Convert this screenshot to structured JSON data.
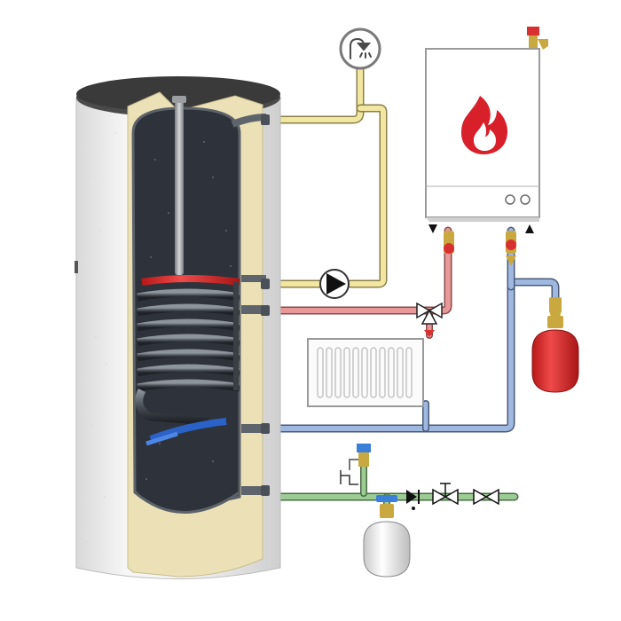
{
  "diagram": {
    "components": [
      {
        "id": "storage-tank",
        "icon": "insulated-cylinder"
      },
      {
        "id": "heat-exchanger-coil",
        "icon": "coil"
      },
      {
        "id": "shower-outlet",
        "icon": "shower-icon"
      },
      {
        "id": "circulation-pump",
        "icon": "pump-icon"
      },
      {
        "id": "boiler",
        "icon": "flame-icon"
      },
      {
        "id": "radiator",
        "icon": "radiator-icon"
      },
      {
        "id": "heating-expansion-vessel",
        "icon": "expansion-vessel"
      },
      {
        "id": "water-expansion-vessel",
        "icon": "expansion-vessel"
      },
      {
        "id": "safety-valve",
        "icon": "safety-valve"
      },
      {
        "id": "three-way-valve",
        "icon": "three-way-valve"
      },
      {
        "id": "check-valve",
        "icon": "check-valve"
      },
      {
        "id": "shutoff-valve",
        "icon": "shutoff-valve"
      }
    ],
    "colors": {
      "hot_water_pipe": "#f2e6a0",
      "flow_pipe": "#e89898",
      "return_pipe": "#9fb8e0",
      "cold_water_pipe": "#9ccc94",
      "boiler_flame": "#d8202a",
      "tank_shell": "#f0f0f0",
      "tank_insulation": "#ece1b6",
      "tank_interior": "#2e333b",
      "vessel_red": "#d82a2a"
    }
  }
}
